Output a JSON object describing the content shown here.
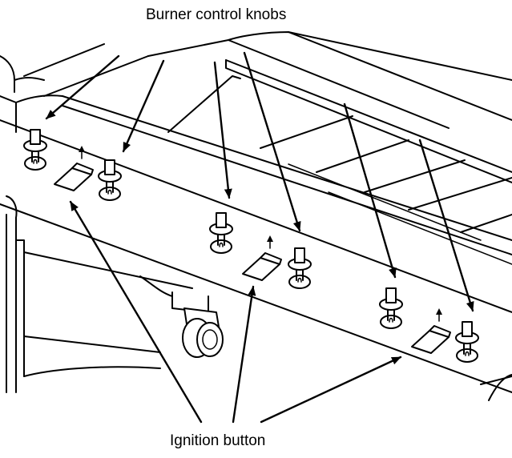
{
  "callouts": {
    "burner_knobs": "Burner control knobs",
    "ignition": "Ignition button"
  },
  "components": {
    "burner_knob_count": 6,
    "ignition_button_count": 3,
    "icons": [
      "burner-knob-icon",
      "ignition-button-icon",
      "caster-wheel-icon",
      "callout-arrow-icon"
    ]
  },
  "colors": {
    "line": "#000000",
    "background": "#ffffff"
  }
}
